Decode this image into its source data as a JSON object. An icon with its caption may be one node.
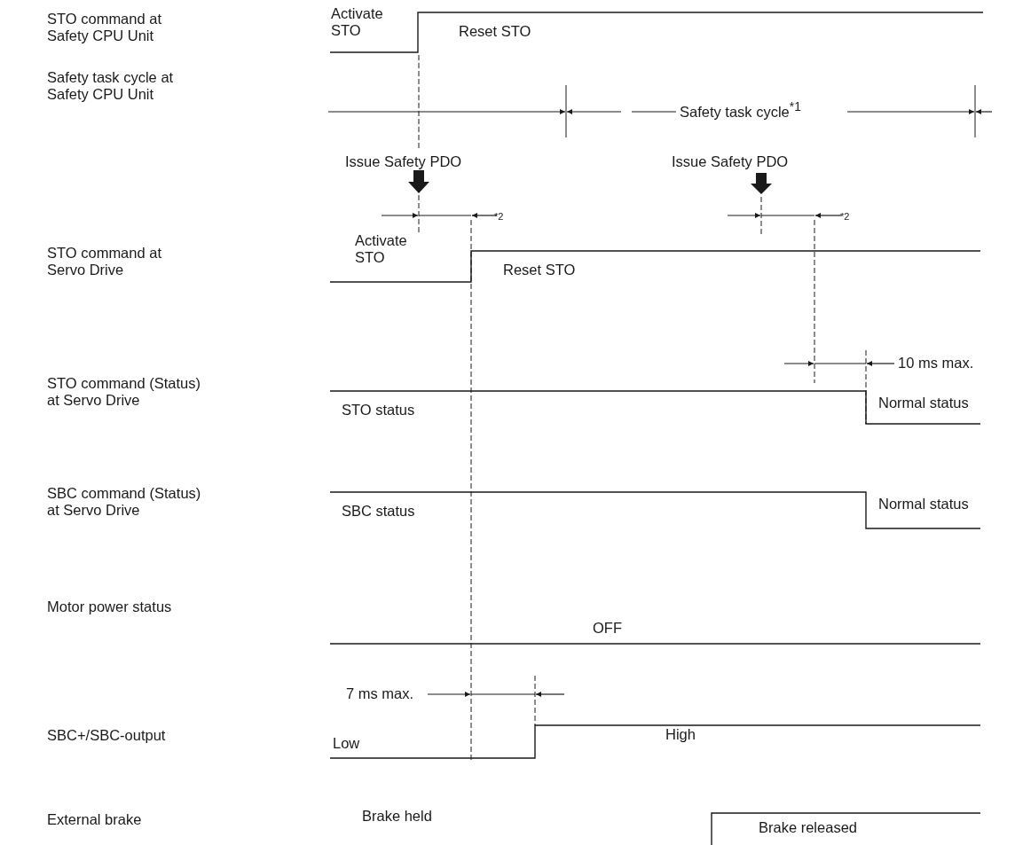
{
  "diagram": {
    "labels": [
      "STO command at Safety CPU Unit",
      "Activate STO",
      "Reset STO",
      "Safety task cycle at Safety CPU Unit",
      "Safety task cycle$^{*1}$",
      "Issue Safety PDO",
      "Issue Safety PDO",
      "*2",
      "*2",
      "STO command at Servo Drive",
      "Activate STO",
      "Reset STO",
      "10 ms max.",
      "STO command (Status) at Servo Drive",
      "STO status",
      "Normal status",
      "SBC command (Status) at Servo Drive",
      "SBC status",
      "Normal status",
      "Motor power status",
      "OFF",
      "7 ms max.",
      "SBC+/SBC-output",
      "Low",
      "High",
      "External  brake",
      "Brake held",
      "Brake released"
    ]
  }
}
